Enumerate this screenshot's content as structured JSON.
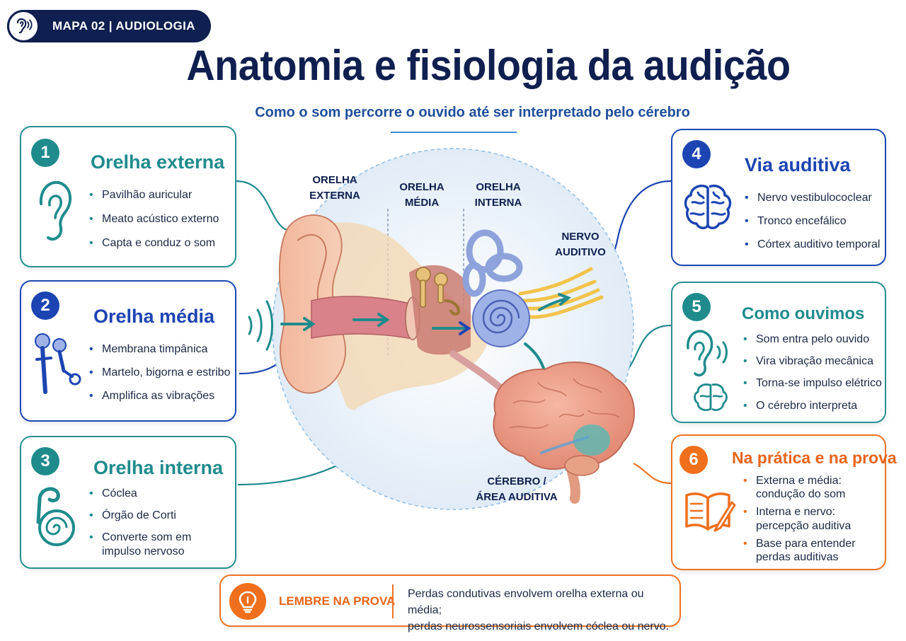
{
  "badge": {
    "text": "MAPA 02 | AUDIOLOGIA"
  },
  "title": "Anatomia e fisiologia da audição",
  "subtitle": "Como o som percorre o ouvido até ser interpretado pelo cérebro",
  "cards": [
    {
      "number": "1",
      "title": "Orelha externa",
      "items": [
        "Pavilhão auricular",
        "Meato acústico externo",
        "Capta e conduz o som"
      ]
    },
    {
      "number": "2",
      "title": "Orelha média",
      "items": [
        "Membrana timpânica",
        "Martelo, bigorna e estribo",
        "Amplifica as vibrações"
      ]
    },
    {
      "number": "3",
      "title": "Orelha interna",
      "items": [
        "Cóclea",
        "Órgão de Corti",
        "Converte som em impulso nervoso"
      ]
    },
    {
      "number": "4",
      "title": "Via auditiva",
      "items": [
        "Nervo vestibulococlear",
        "Tronco encefálico",
        "Córtex auditivo temporal"
      ]
    },
    {
      "number": "5",
      "title": "Como ouvimos",
      "items": [
        "Som entra pelo ouvido",
        "Vira vibração mecânica",
        "Torna-se impulso elétrico",
        "O cérebro interpreta"
      ]
    },
    {
      "number": "6",
      "title": "Na prática e na prova",
      "items": [
        "Externa e média: condução do som",
        "Interna e nervo: percepção auditiva",
        "Base para entender perdas auditivas"
      ]
    }
  ],
  "diagram_labels": {
    "externa": "ORELHA EXTERNA",
    "media": "ORELHA MÉDIA",
    "interna": "ORELHA INTERNA",
    "nervo": "NERVO AUDITIVO",
    "cerebro": "CÉREBRO / ÁREA AUDITIVA"
  },
  "lembre": {
    "label": "LEMBRE NA PROVA",
    "line1": "Perdas condutivas envolvem orelha externa ou média;",
    "line2": "perdas neurossensoriais envolvem cóclea ou nervo."
  },
  "colors": {
    "navy": "#0f1f4f",
    "teal": "#1f8b8d",
    "blue": "#1c44b2",
    "orange": "#ef6f1c"
  }
}
